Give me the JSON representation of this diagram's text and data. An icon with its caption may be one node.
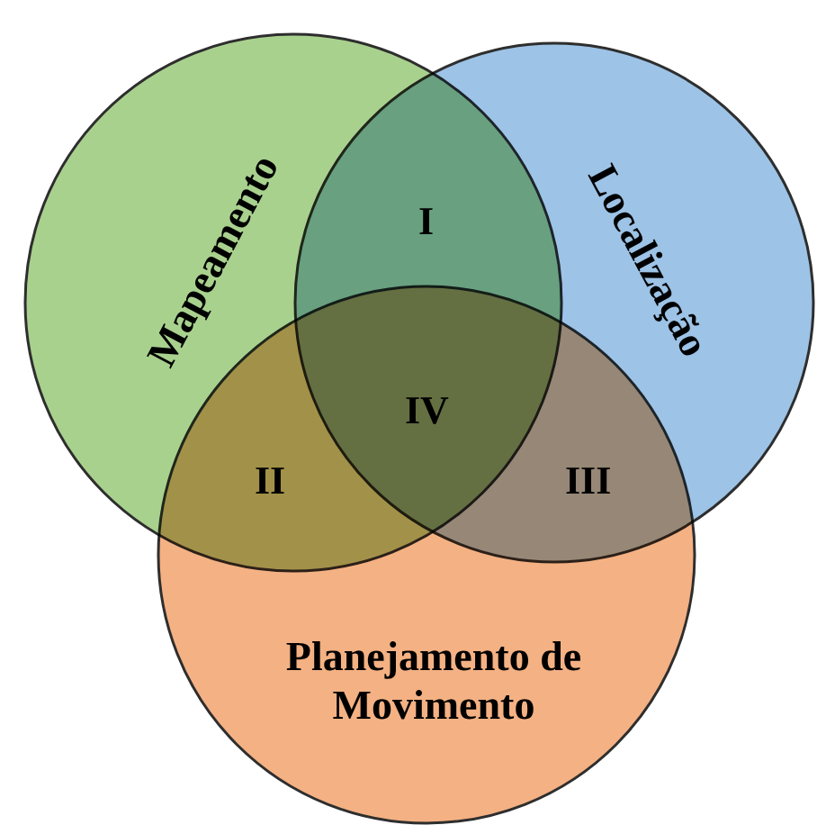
{
  "diagram": {
    "nodes": [
      {
        "text": [
          "Mapeamento"
        ]
      },
      {
        "text": [
          "Localização"
        ]
      },
      {
        "text": [
          "Planejamento de Movimento"
        ]
      }
    ],
    "labels": [
      "I",
      "IV",
      "II",
      "III"
    ]
  }
}
